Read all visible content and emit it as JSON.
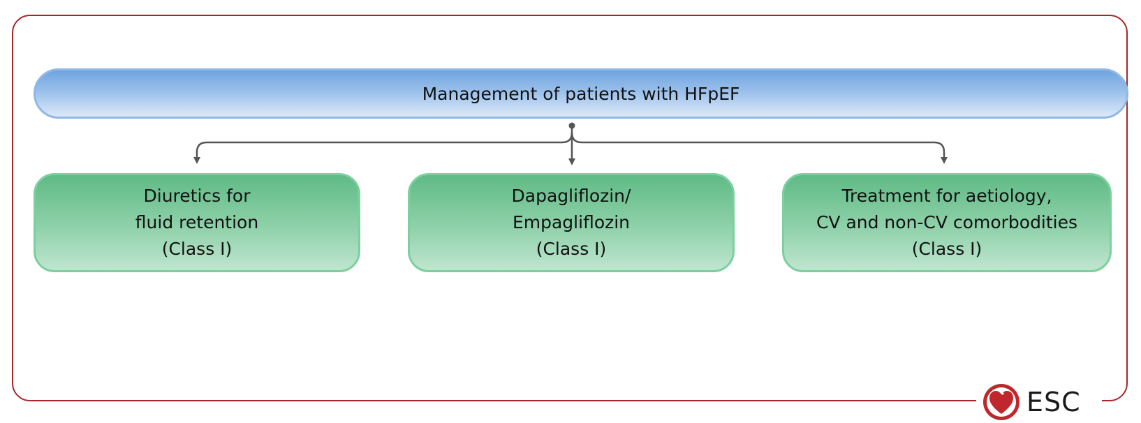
{
  "diagram": {
    "title": "Management of patients with HFpEF",
    "branches": [
      {
        "line1": "Diuretics for",
        "line2": "fluid retention",
        "line3": "(Class I)"
      },
      {
        "line1": "Dapagliflozin/",
        "line2": "Empagliflozin",
        "line3": "(Class I)"
      },
      {
        "line1": "Treatment for aetiology,",
        "line2": "CV and non-CV comorbodities",
        "line3": "(Class I)"
      }
    ]
  },
  "logo": {
    "text": "ESC",
    "icon": "heart-icon"
  },
  "colors": {
    "frame": "#a8262b",
    "top_box": "#8fb8e6",
    "branch_box": "#7ccf9e",
    "connector": "#555555",
    "logo_red": "#c0272d"
  }
}
